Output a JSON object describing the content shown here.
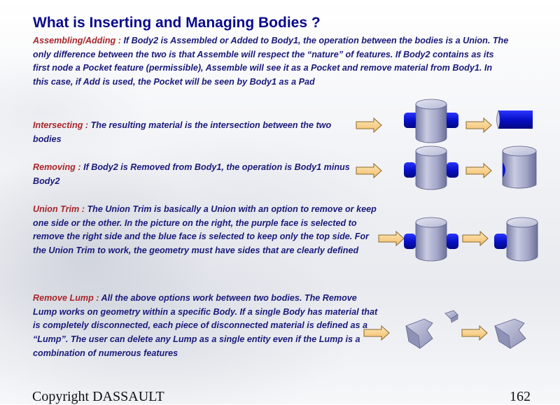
{
  "title": "What is Inserting and Managing Bodies ?",
  "sections": [
    {
      "label": "Assembling/Adding : ",
      "text": "If Body2 is Assembled or Added to Body1, the operation between the bodies is a Union.  The only difference between the two is that Assemble will respect the “nature” of features.  If Body2 contains as its first node a Pocket feature (permissible), Assemble will see it as a Pocket and remove material from Body1.  In this case, if Add is used, the Pocket will be seen by Body1 as a Pad"
    },
    {
      "label": "Intersecting : ",
      "text": "The resulting material is the intersection between the two bodies"
    },
    {
      "label": "Removing : ",
      "text": "If Body2 is Removed from Body1, the operation is Body1 minus Body2"
    },
    {
      "label": "Union Trim : ",
      "text": "The Union Trim is basically a Union with an option to remove or keep one side or the other.  In the picture on the right, the purple face is selected to remove the right side and the blue face is selected to keep only the top side.  For the Union Trim to work, the geometry must have sides that are clearly defined"
    },
    {
      "label": "Remove Lump : ",
      "text": "All the above options work between two bodies.  The Remove Lump works on geometry within a specific Body.  If a single Body has material that is completely disconnected, each piece of disconnected material is defined as a “Lump”.  The user can delete any Lump as a single entity even if the Lump is a combination of numerous features"
    }
  ],
  "footer": {
    "copyright": "Copyright DASSAULT",
    "page_number": "162"
  },
  "colors": {
    "title": "#0a0a8c",
    "label": "#a8252a",
    "body_text": "#1a1a7a",
    "arrow_fill": "#f7cf86",
    "arrow_stroke": "#8a6a2a",
    "cylinder_gray": "#a8abc8",
    "solid_blue": "#0a12d8"
  }
}
